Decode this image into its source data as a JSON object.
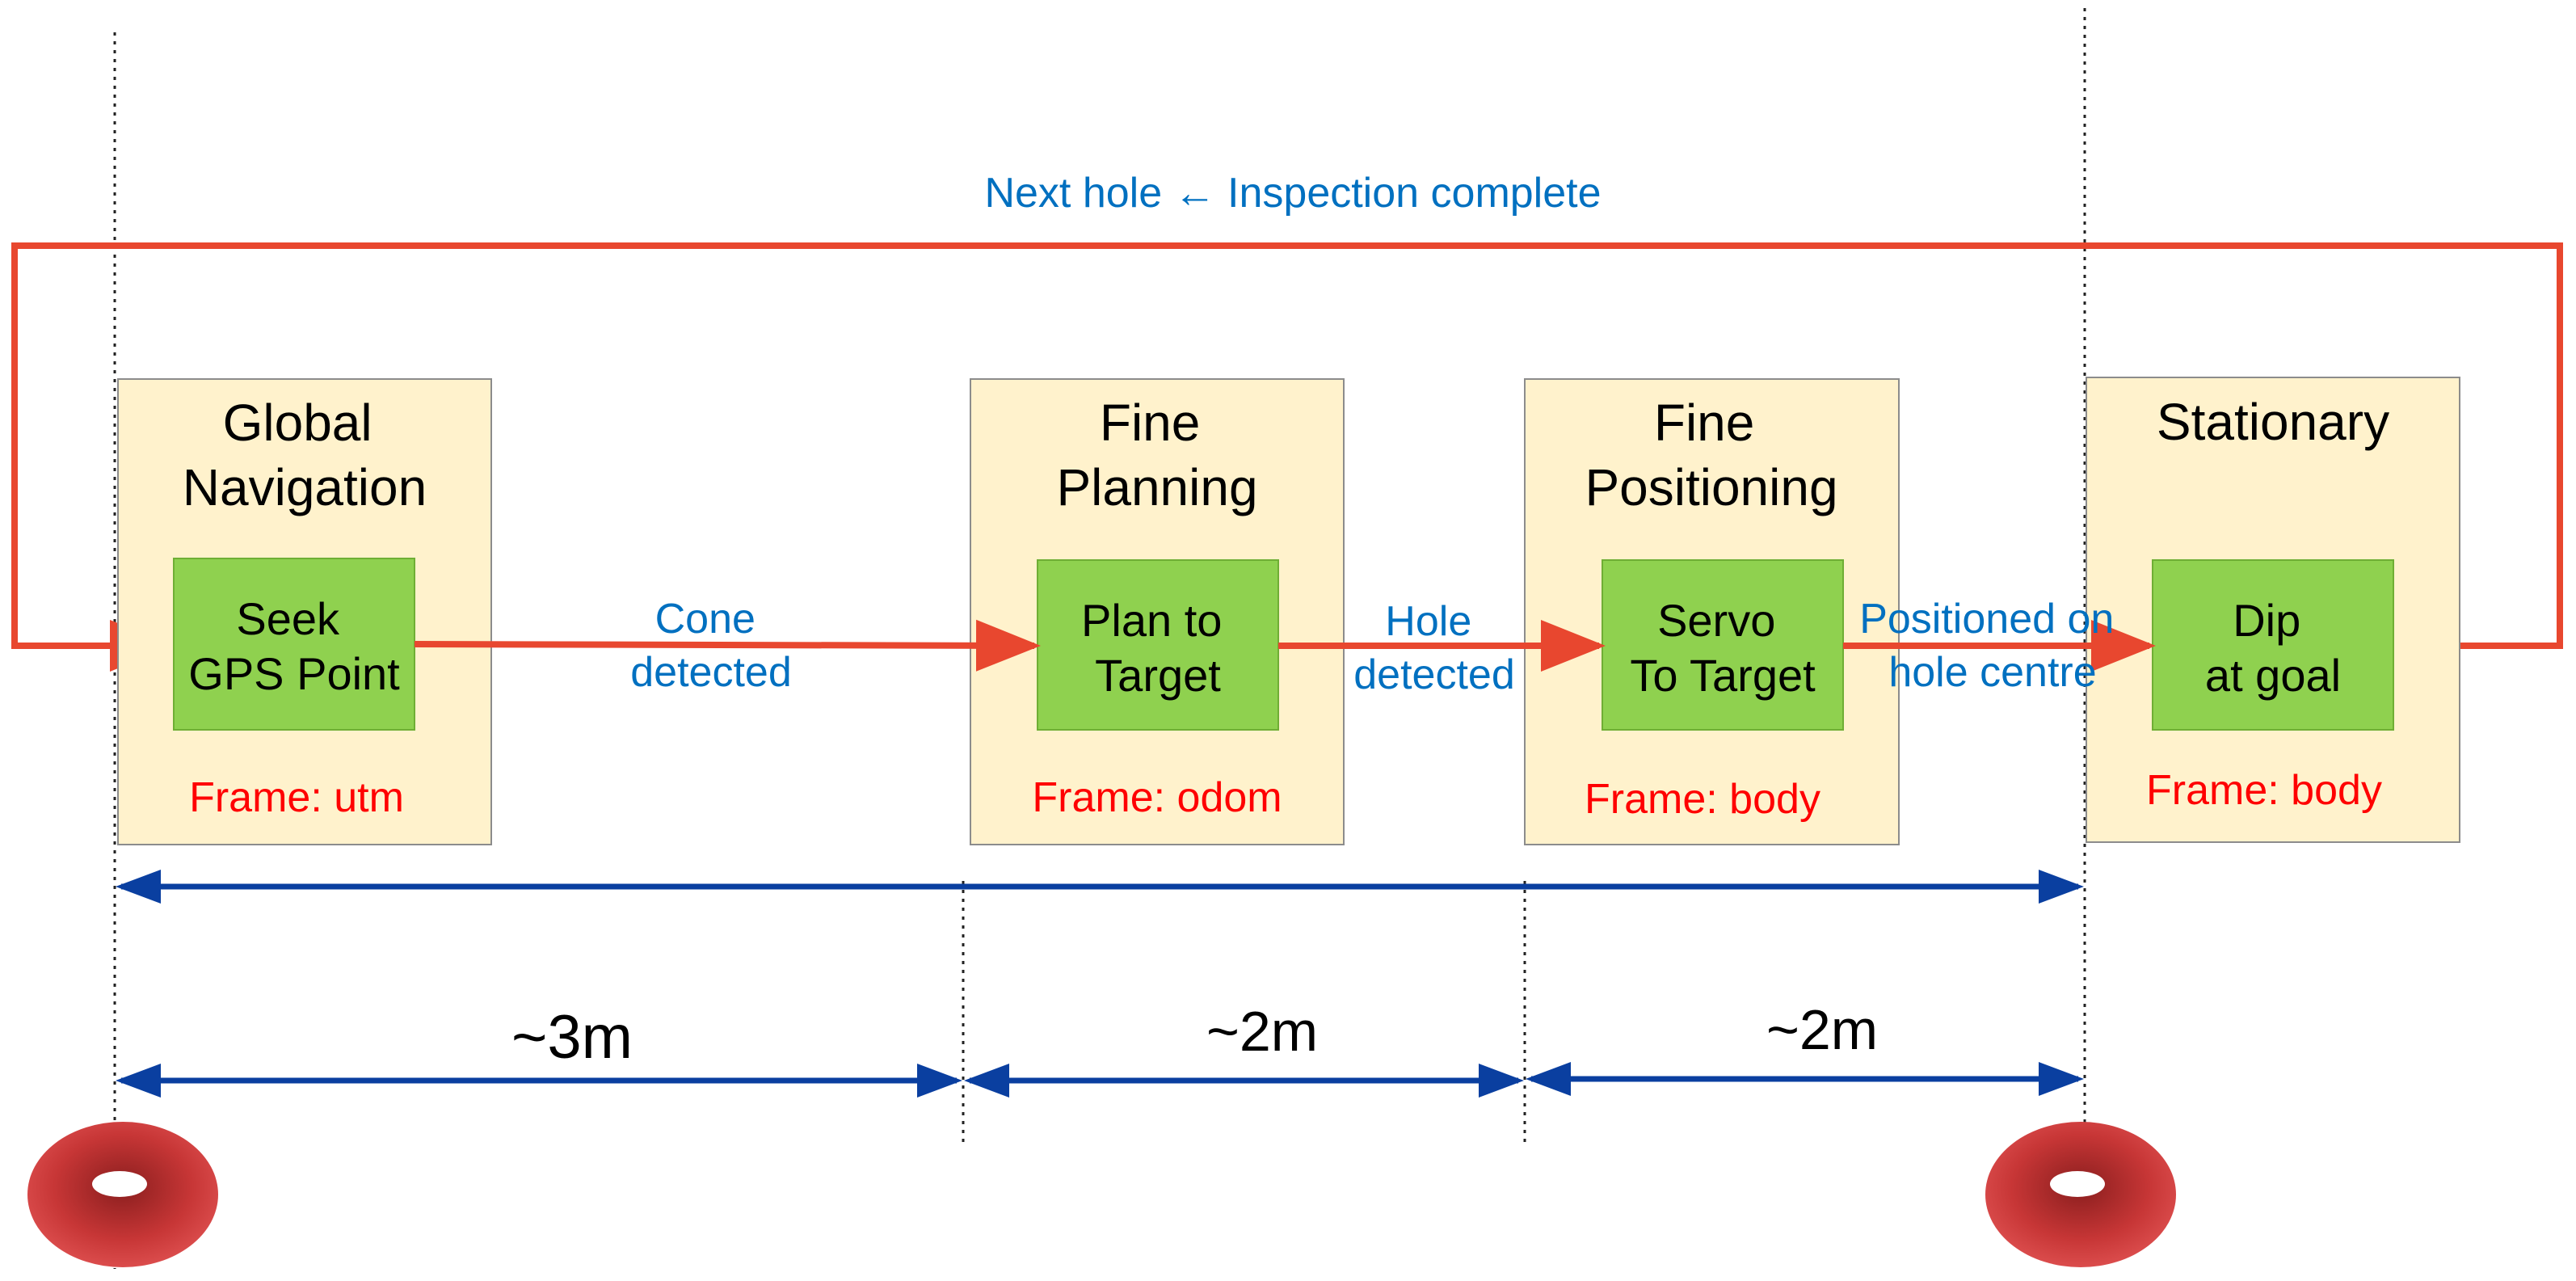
{
  "loop_label": "Next hole ← Inspection complete",
  "states": [
    {
      "title_lines": [
        "Global",
        "Navigation"
      ],
      "action_lines": [
        "Seek",
        "GPS Point"
      ],
      "frame": "Frame: utm"
    },
    {
      "title_lines": [
        "Fine",
        "Planning"
      ],
      "action_lines": [
        "Plan to",
        "Target"
      ],
      "frame": "Frame: odom"
    },
    {
      "title_lines": [
        "Fine",
        "Positioning"
      ],
      "action_lines": [
        "Servo",
        "To Target"
      ],
      "frame": "Frame: body"
    },
    {
      "title_lines": [
        "Stationary"
      ],
      "action_lines": [
        "Dip",
        "at goal"
      ],
      "frame": "Frame: body"
    }
  ],
  "transitions": [
    {
      "lines": [
        "Cone",
        "detected"
      ]
    },
    {
      "lines": [
        "Hole",
        "detected"
      ]
    },
    {
      "lines": [
        "Positioned on",
        "hole centre"
      ]
    }
  ],
  "distances": [
    "~3m",
    "~2m",
    "~2m"
  ],
  "colors": {
    "state_fill": "#FFF2CC",
    "state_stroke": "#8C8C8C",
    "action_fill": "#8FD14F",
    "flow": "#E8472F",
    "label_blue": "#0070C0",
    "frame_red": "#FF0000",
    "dimension": "#0A3FA0",
    "hole": "#D23C3C"
  }
}
